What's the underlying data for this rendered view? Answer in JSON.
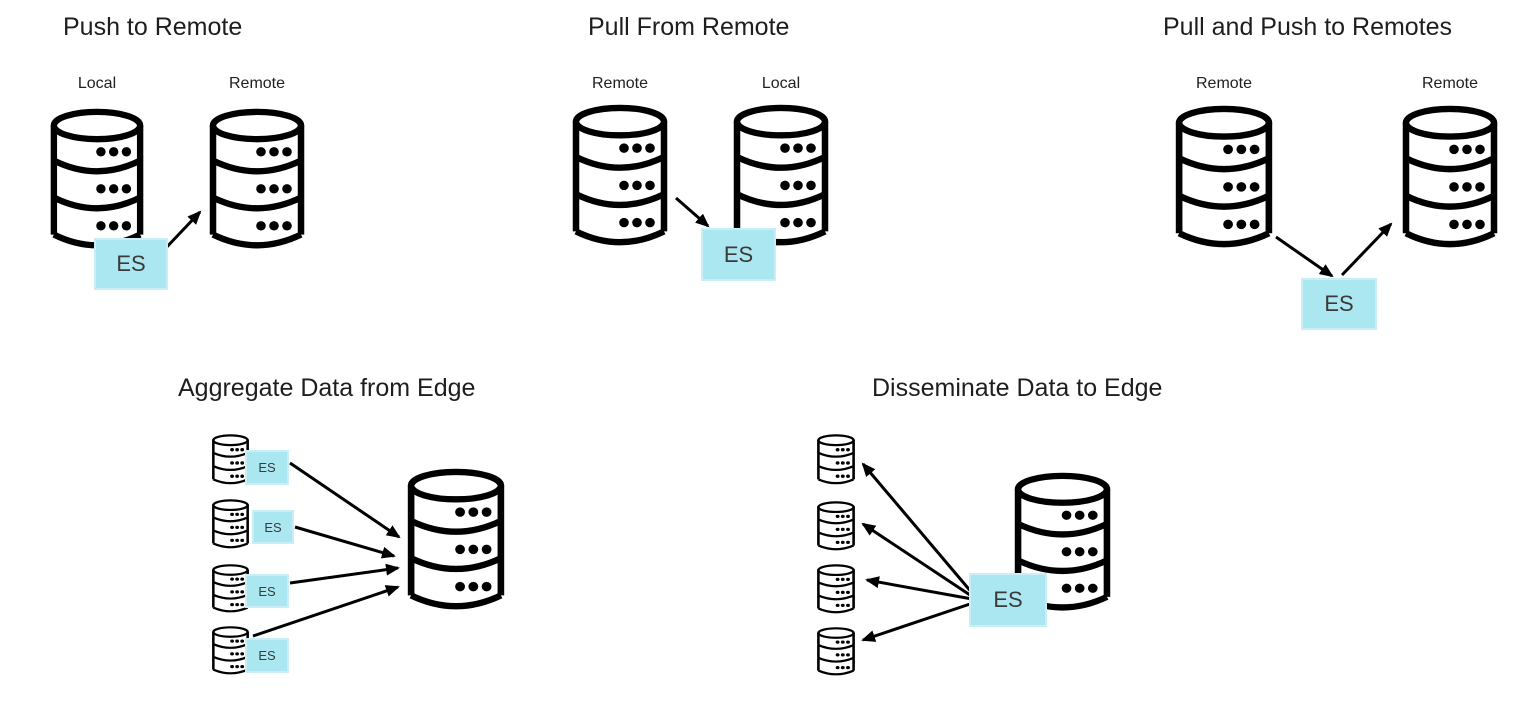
{
  "colors": {
    "background": "#ffffff",
    "es-fill": "#abe7f0",
    "es-border": "#c9eff6",
    "line": "#000000",
    "title": "#1e1e1e",
    "label": "#212121",
    "es-text": "#3a3a3a"
  },
  "panels": [
    {
      "title": "Push to Remote",
      "db_labels": [
        "Local",
        "Remote"
      ],
      "es": "ES"
    },
    {
      "title": "Pull From Remote",
      "db_labels": [
        "Remote",
        "Local"
      ],
      "es": "ES"
    },
    {
      "title": "Pull and Push to Remotes",
      "db_labels": [
        "Remote",
        "Remote"
      ],
      "es": "ES"
    },
    {
      "title": "Aggregate Data from Edge",
      "es_labels": [
        "ES",
        "ES",
        "ES",
        "ES"
      ]
    },
    {
      "title": "Disseminate Data to Edge",
      "es": "ES"
    }
  ]
}
